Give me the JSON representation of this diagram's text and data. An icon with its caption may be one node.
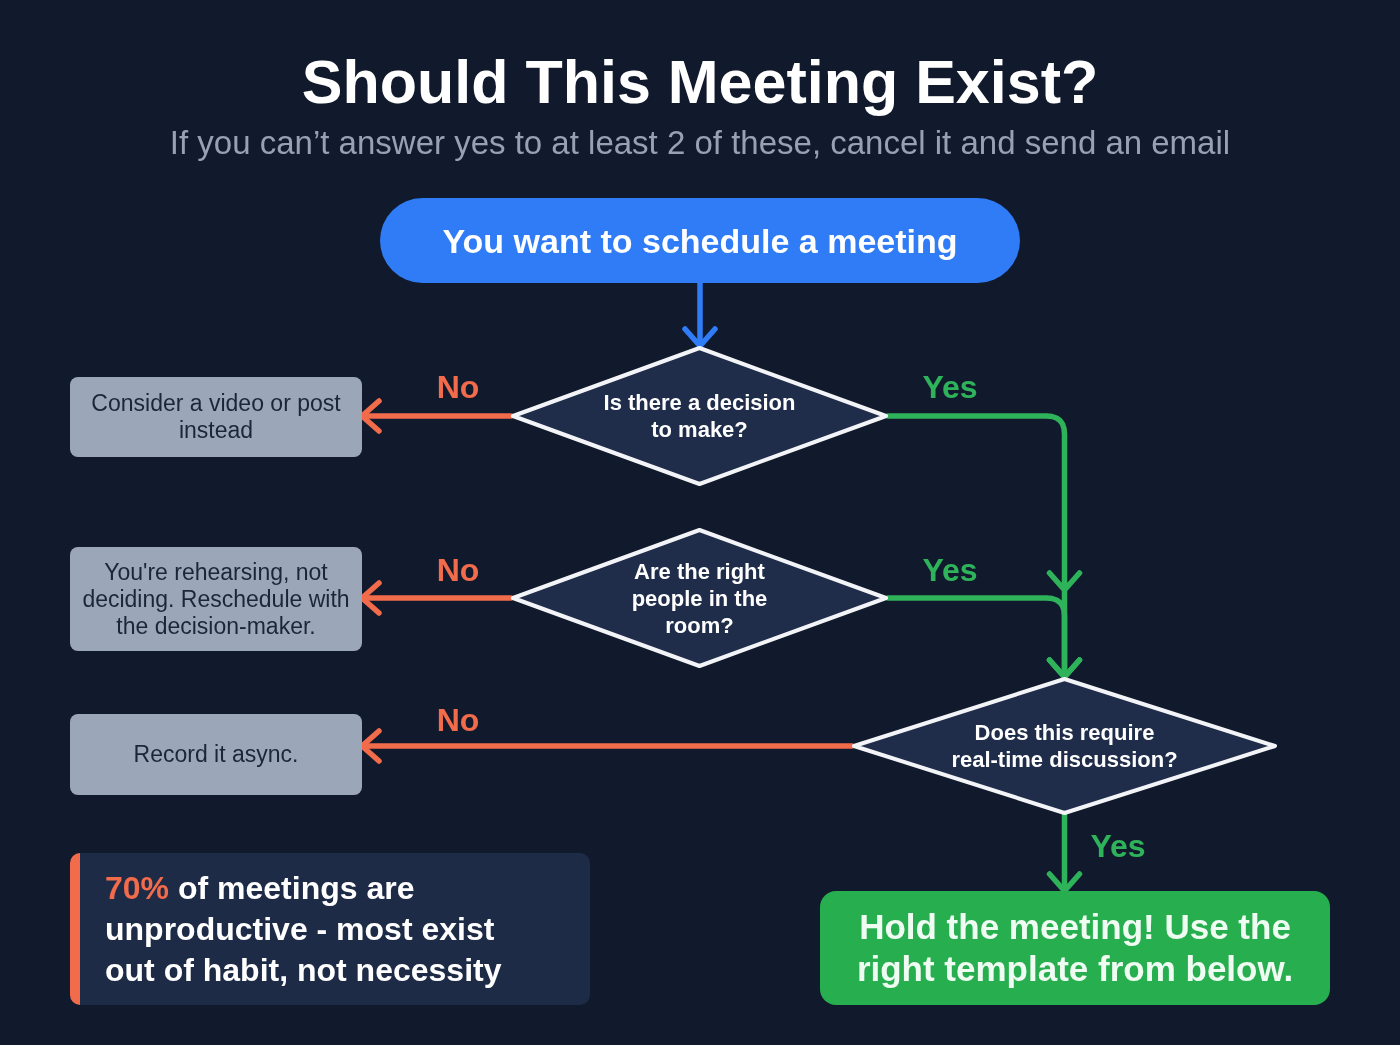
{
  "diagram": {
    "title": "Should This Meeting Exist?",
    "caption": "If you can’t answer yes to at least 2 of these, cancel it and send an email",
    "nodes": [
      {
        "text": [
          "You want to schedule a meeting"
        ]
      },
      {
        "text": [
          "Consider a video or post instead"
        ]
      },
      {
        "text": [
          "Is there a decision to make?"
        ]
      },
      {
        "text": [
          "You're rehearsing, not deciding. Reschedule with the decision-maker."
        ]
      },
      {
        "text": [
          "Are the right people in the room?"
        ]
      },
      {
        "text": [
          "Record it async."
        ]
      },
      {
        "text": [
          "Does this require real-time discussion?"
        ]
      },
      {
        "text": [
          "**70%** of meetings are unproductive - most exist out of habit, not necessity"
        ]
      },
      {
        "text": [
          "Hold the meeting! Use the right template from below."
        ]
      }
    ],
    "edges": [
      {
        "from": 0,
        "to": 2,
        "arrow": "to",
        "color": "#2f7cf6"
      },
      {
        "from": 2,
        "to": 1,
        "arrow": "to",
        "label": "No",
        "color": "#f26b4b"
      },
      {
        "from": 2,
        "to": 6,
        "arrow": "to",
        "label": "Yes",
        "color": "#2fb35a"
      },
      {
        "from": 4,
        "to": 3,
        "arrow": "to",
        "label": "No",
        "color": "#f26b4b"
      },
      {
        "from": 4,
        "to": 6,
        "arrow": "to",
        "label": "Yes",
        "color": "#2fb35a"
      },
      {
        "from": 6,
        "to": 5,
        "arrow": "to",
        "label": "No",
        "color": "#f26b4b"
      },
      {
        "from": 6,
        "to": 8,
        "arrow": "to",
        "label": "Yes",
        "color": "#2fb35a"
      }
    ]
  }
}
